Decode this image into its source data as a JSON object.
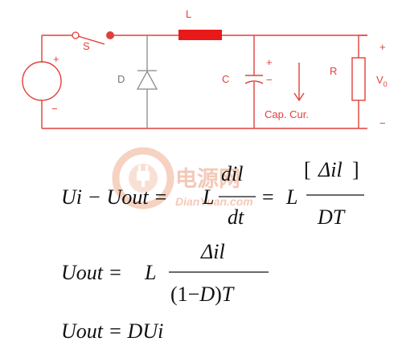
{
  "circuit": {
    "labels": {
      "inductor": "L",
      "switch": "S",
      "diode": "D",
      "capacitor": "C",
      "resistor": "R",
      "output_voltage": "V",
      "output_subscript": "0",
      "cap_current": "Cap. Cur.",
      "source_plus": "+",
      "source_minus": "−",
      "cap_plus": "+",
      "cap_minus": "−",
      "out_plus": "+",
      "out_minus": "−"
    },
    "colors": {
      "wire": "#e0403a",
      "diode_wire": "#888888",
      "inductor_fill": "#e8191b",
      "text_dark": "#111111"
    }
  },
  "watermark": {
    "chinese": "电源网",
    "latin": "DianYuan.com"
  },
  "equations": {
    "eq1": {
      "lhs": "Ui − Uout =",
      "L1": "L",
      "num1": "dil",
      "den1": "dt",
      "eq_sign": "=",
      "L2": "L",
      "num2": "Δil",
      "den2": "DT"
    },
    "eq2": {
      "lhs": "Uout =",
      "L": "L",
      "num": "Δil",
      "den_a": "(1−",
      "den_b": "D",
      "den_c": ")",
      "den_d": "T"
    },
    "eq3": {
      "text": "Uout = DUi"
    }
  }
}
